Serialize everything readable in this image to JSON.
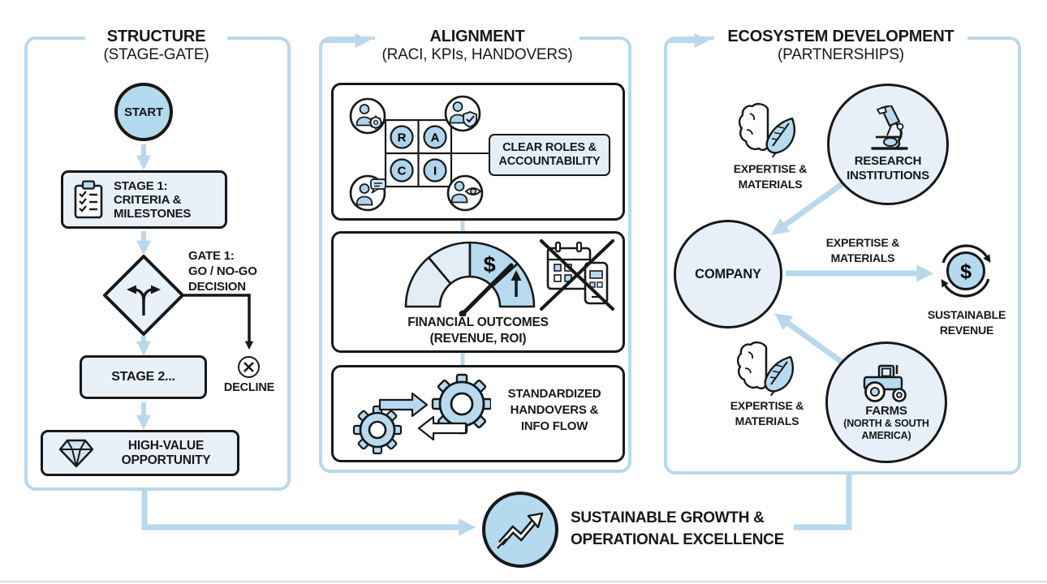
{
  "colors": {
    "line_blue": "#b9d8ec",
    "fill_light_box": "#e9f1f8",
    "fill_mid_blue": "#b5d9ee",
    "fill_icon_blue": "#b7daf0",
    "ink": "#16181a"
  },
  "structure": {
    "title": "STRUCTURE",
    "subtitle": "(STAGE-GATE)",
    "start_label": "START",
    "stage1_lines": [
      "STAGE 1:",
      "CRITERIA &",
      "MILESTONES"
    ],
    "gate_lines": [
      "GATE 1:",
      "GO / NO-GO",
      "DECISION"
    ],
    "stage2_label": "STAGE 2...",
    "decline_label": "DECLINE",
    "high_value_lines": [
      "HIGH-VALUE",
      "OPPORTUNITY"
    ]
  },
  "alignment": {
    "title": "ALIGNMENT",
    "subtitle": "(RACI, KPIs, HANDOVERS)",
    "raci_letters": [
      "R",
      "A",
      "C",
      "I"
    ],
    "clear_roles_lines": [
      "CLEAR ROLES &",
      "ACCOUNTABILITY"
    ],
    "gauge_dollar": "$",
    "financial_lines": [
      "FINANCIAL OUTCOMES",
      "(REVENUE, ROI)"
    ],
    "handover_lines": [
      "STANDARDIZED",
      "HANDOVERS &",
      "INFO FLOW"
    ]
  },
  "ecosystem": {
    "title": "ECOSYSTEM DEVELOPMENT",
    "subtitle": "(PARTNERSHIPS)",
    "expertise_top_lines": [
      "EXPERTISE &",
      "MATERIALS"
    ],
    "expertise_mid_lines": [
      "EXPERTISE &",
      "MATERIALS"
    ],
    "expertise_bottom_lines": [
      "EXPERTISE &",
      "MATERIALS"
    ],
    "research_lines": [
      "RESEARCH",
      "INSTITUTIONS"
    ],
    "company_label": "COMPANY",
    "revenue_dollar": "$",
    "sustainable_revenue_lines": [
      "SUSTAINABLE",
      "REVENUE"
    ],
    "farms_lines": [
      "FARMS",
      "(NORTH & SOUTH",
      "AMERICA)"
    ]
  },
  "footer": {
    "lines": [
      "SUSTAINABLE GROWTH &",
      "OPERATIONAL EXCELLENCE"
    ]
  }
}
